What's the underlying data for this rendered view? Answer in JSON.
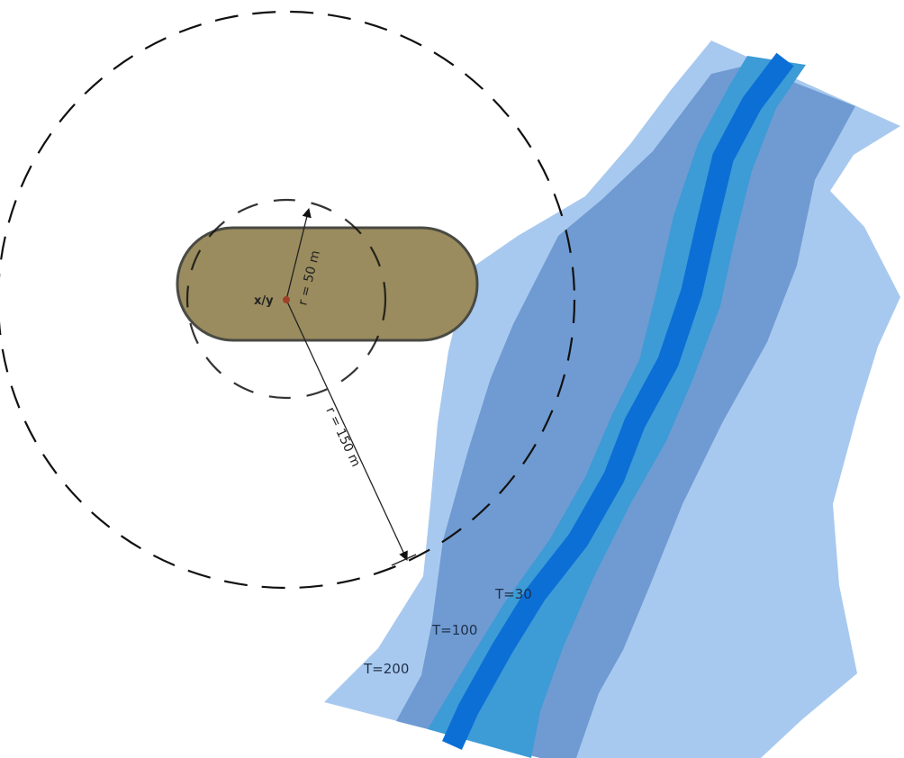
{
  "diagram": {
    "point_label": "x/y",
    "inner_radius_label": "r = 50 m",
    "outer_radius_label": "r = 150 m",
    "flood_zones": [
      {
        "label": "T=30",
        "color": "#3d9bd6"
      },
      {
        "label": "T=100",
        "color": "#6f9bd2"
      },
      {
        "label": "T=200",
        "color": "#a8c9ef"
      }
    ],
    "channel_color": "#0b6fd6",
    "building_color": "#9a8c5e"
  }
}
